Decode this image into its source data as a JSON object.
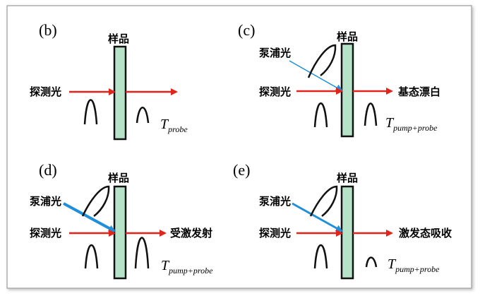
{
  "panels": {
    "b": {
      "tag": "(b)",
      "sample": "样品",
      "probe": "探测光",
      "t_main": "T",
      "t_sub": "probe"
    },
    "c": {
      "tag": "(c)",
      "sample": "样品",
      "pump": "泵浦光",
      "probe": "探测光",
      "result": "基态漂白",
      "t_main": "T",
      "t_sub": "pump+probe"
    },
    "d": {
      "tag": "(d)",
      "sample": "样品",
      "pump": "泵浦光",
      "probe": "探测光",
      "result": "受激发射",
      "t_main": "T",
      "t_sub": "pump+probe"
    },
    "e": {
      "tag": "(e)",
      "sample": "样品",
      "pump": "泵浦光",
      "probe": "探测光",
      "result": "激发态吸收",
      "t_main": "T",
      "t_sub": "pump+probe"
    }
  },
  "colors": {
    "probe_arrow": "#e0261b",
    "pump_arrow": "#1e8fd8",
    "sample_fill": "#b6e3c8",
    "sample_stroke": "#111111",
    "frame_border": "#9a9a9a"
  }
}
